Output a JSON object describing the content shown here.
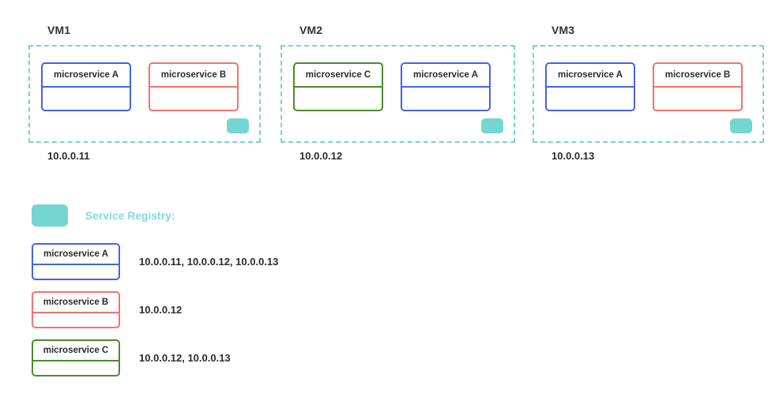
{
  "diagram": {
    "type": "service-registry-architecture",
    "colors": {
      "blue": "#4263EB",
      "red": "#F4726C",
      "green": "#4B8B2C",
      "teal": "#74D6D0",
      "teal_text": "#7FDCD8",
      "vm_border": "#73D5D0",
      "text": "#2b2b2b",
      "background": "#ffffff"
    }
  },
  "vms": [
    {
      "title": "VM1",
      "ip": "10.0.0.11",
      "services": [
        {
          "label": "microservice A",
          "color": "blue"
        },
        {
          "label": "microservice B",
          "color": "red"
        }
      ],
      "registry_agent": "service-registry-agent"
    },
    {
      "title": "VM2",
      "ip": "10.0.0.12",
      "services": [
        {
          "label": "microservice C",
          "color": "green"
        },
        {
          "label": "microservice A",
          "color": "blue"
        }
      ],
      "registry_agent": "service-registry-agent"
    },
    {
      "title": "VM3",
      "ip": "10.0.0.13",
      "services": [
        {
          "label": "microservice A",
          "color": "blue"
        },
        {
          "label": "microservice B",
          "color": "red"
        }
      ],
      "registry_agent": "service-registry-agent"
    }
  ],
  "legend": {
    "swatch_name": "service-registry-swatch",
    "title": "Service Registry:"
  },
  "registry_entries": [
    {
      "label": "microservice A",
      "color": "blue",
      "ips": "10.0.0.11, 10.0.0.12, 10.0.0.13"
    },
    {
      "label": "microservice B",
      "color": "red",
      "ips": "10.0.0.12"
    },
    {
      "label": "microservice C",
      "color": "green",
      "ips": "10.0.0.12, 10.0.0.13"
    }
  ]
}
